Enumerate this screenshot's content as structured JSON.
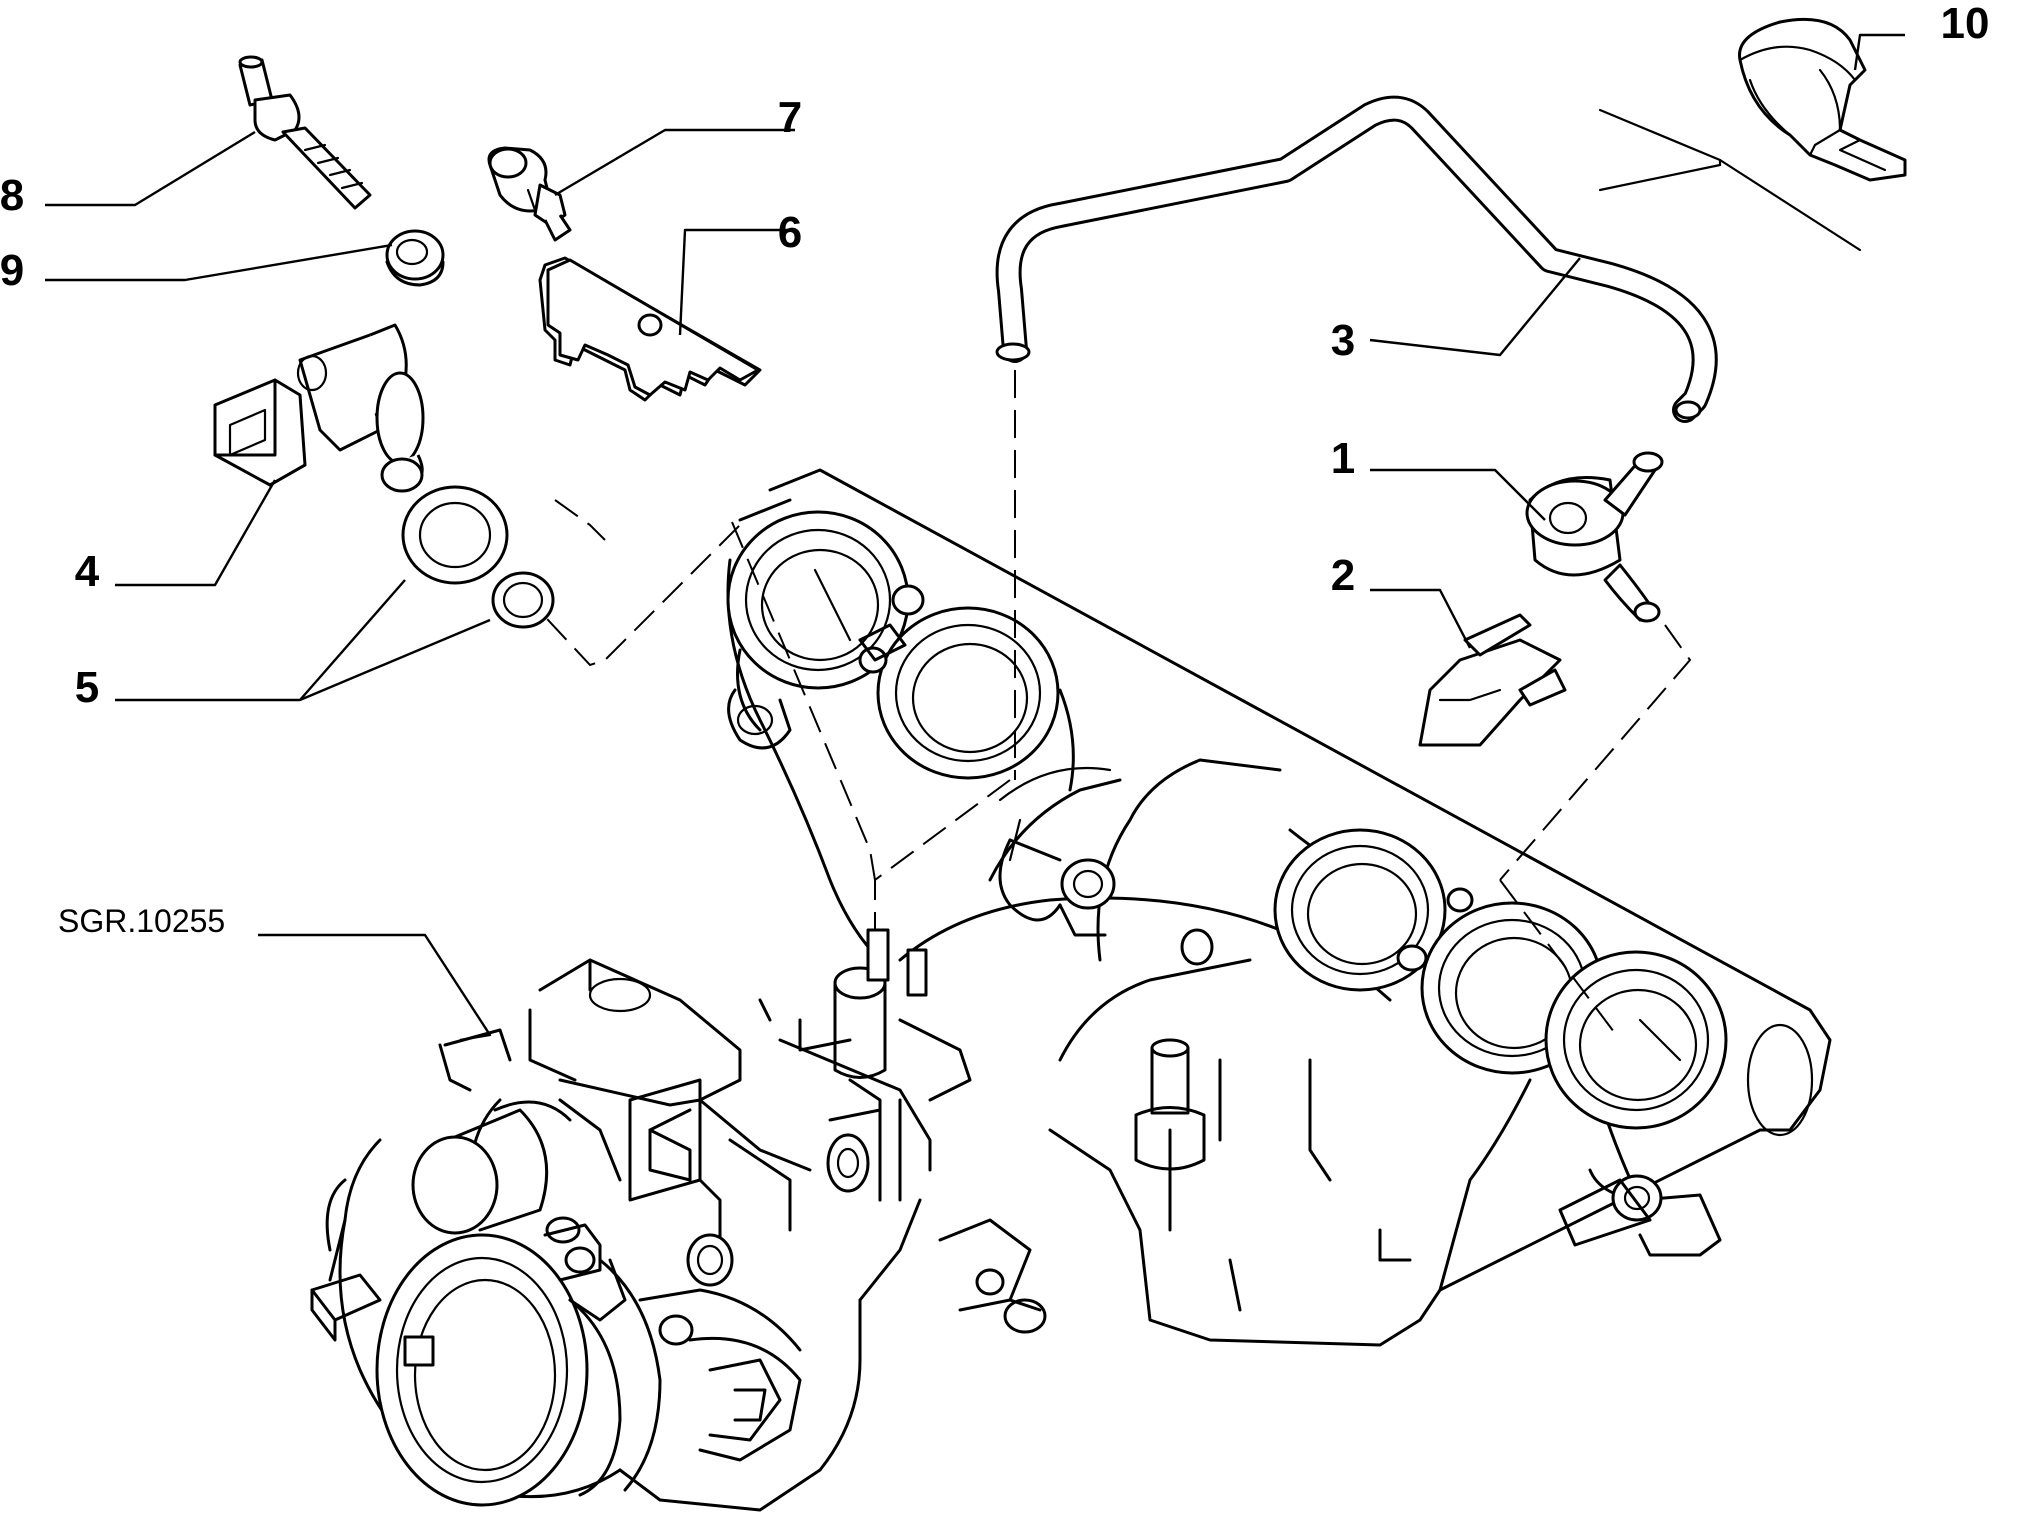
{
  "diagram": {
    "drawing_code": "SGR.10255",
    "callouts": [
      "1",
      "2",
      "3",
      "4",
      "5",
      "6",
      "7",
      "8",
      "9",
      "10"
    ]
  }
}
